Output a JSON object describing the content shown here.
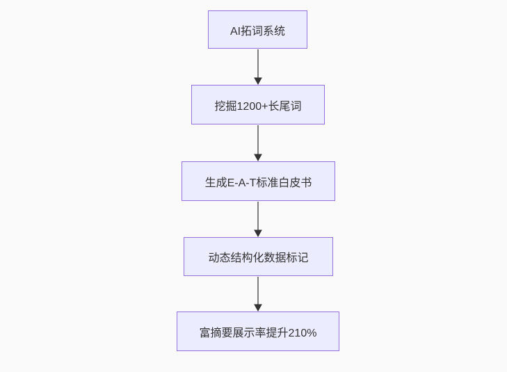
{
  "diagram": {
    "type": "flowchart",
    "direction": "top-down",
    "background_color": "#fafafa",
    "node_fill_color": "#ECECFF",
    "node_border_color": "#9370DB",
    "node_text_color": "#333333",
    "arrow_color": "#333333",
    "nodes": [
      {
        "label": "AI拓词系统"
      },
      {
        "label": "挖掘1200+长尾词"
      },
      {
        "label": "生成E-A-T标准白皮书"
      },
      {
        "label": "动态结构化数据标记"
      },
      {
        "label": "富摘要展示率提升210%"
      }
    ],
    "edges": [
      {
        "from": "AI拓词系统",
        "to": "挖掘1200+长尾词"
      },
      {
        "from": "挖掘1200+长尾词",
        "to": "生成E-A-T标准白皮书"
      },
      {
        "from": "生成E-A-T标准白皮书",
        "to": "动态结构化数据标记"
      },
      {
        "from": "动态结构化数据标记",
        "to": "富摘要展示率提升210%"
      }
    ]
  }
}
